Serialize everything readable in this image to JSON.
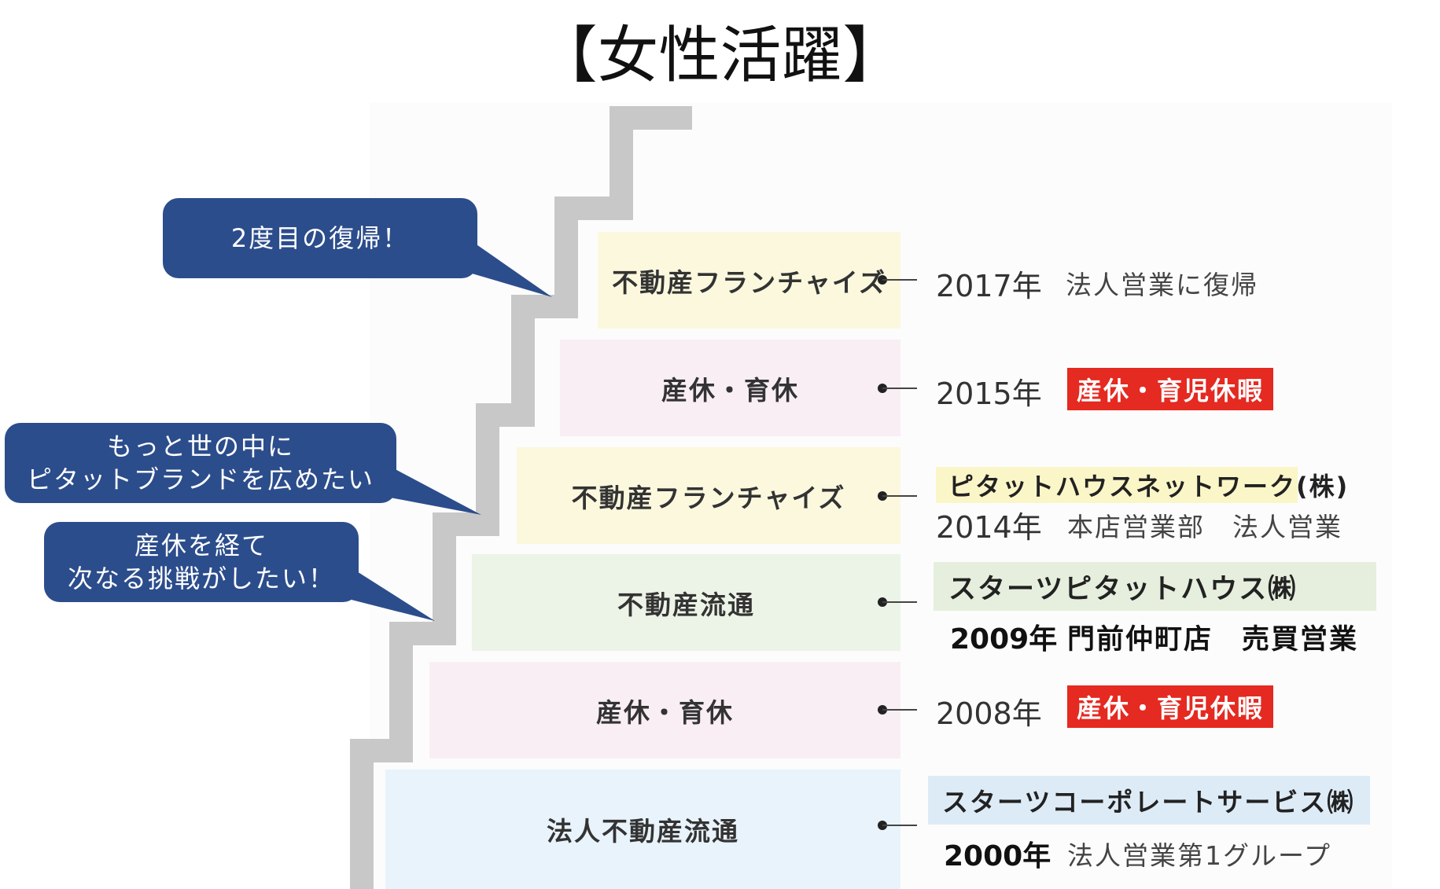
{
  "title": "【女性活躍】",
  "steps": [
    {
      "label": "不動産フランチャイズ",
      "year": "2017年",
      "desc": "法人営業に復帰"
    },
    {
      "label": "産休・育休",
      "year": "2015年",
      "tag": "産休・育児休暇"
    },
    {
      "label": "不動産フランチャイズ",
      "company": "ピタットハウスネットワーク(株)",
      "year": "2014年",
      "desc": "本店営業部　法人営業"
    },
    {
      "label": "不動産流通",
      "company": "スターツピタットハウス㈱",
      "year": "2009年",
      "desc": "門前仲町店　売買営業"
    },
    {
      "label": "産休・育休",
      "year": "2008年",
      "tag": "産休・育児休暇"
    },
    {
      "label": "法人不動産流通",
      "company": "スターツコーポレートサービス㈱",
      "year": "2000年",
      "desc": "法人営業第1グループ"
    }
  ],
  "bubbles": [
    {
      "lines": [
        "2度目の復帰！"
      ]
    },
    {
      "lines": [
        "もっと世の中に",
        "ピタットブランドを広めたい"
      ]
    },
    {
      "lines": [
        "産休を経て",
        "次なる挑戦がしたい！"
      ]
    }
  ],
  "colors": {
    "yellow": "#fbf8de",
    "pink": "#f9eef4",
    "green": "#ecf3e7",
    "blue": "#e9f3fb",
    "bubble": "#2c4d8c",
    "red": "#e42a21",
    "stair": "#c8c8c8"
  }
}
